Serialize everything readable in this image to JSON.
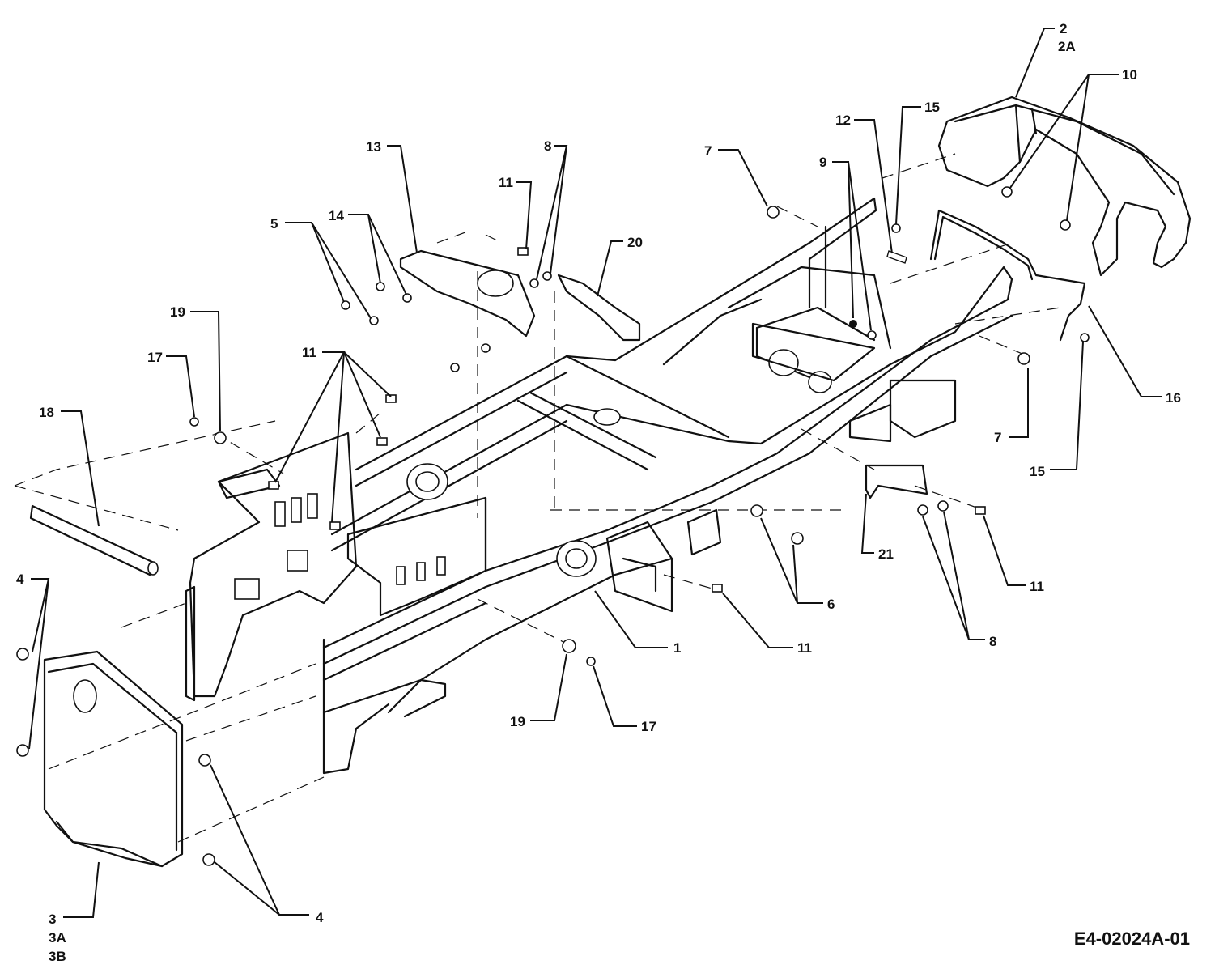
{
  "diagram": {
    "drawing_code": "E4-02024A-01",
    "callouts": [
      {
        "id": "c1",
        "text": "1"
      },
      {
        "id": "c2",
        "text": "2"
      },
      {
        "id": "c2a",
        "text": "2A"
      },
      {
        "id": "c3",
        "text": "3"
      },
      {
        "id": "c3a",
        "text": "3A"
      },
      {
        "id": "c3b",
        "text": "3B"
      },
      {
        "id": "c4a",
        "text": "4"
      },
      {
        "id": "c4b",
        "text": "4"
      },
      {
        "id": "c5",
        "text": "5"
      },
      {
        "id": "c6",
        "text": "6"
      },
      {
        "id": "c7a",
        "text": "7"
      },
      {
        "id": "c7b",
        "text": "7"
      },
      {
        "id": "c8a",
        "text": "8"
      },
      {
        "id": "c8b",
        "text": "8"
      },
      {
        "id": "c9",
        "text": "9"
      },
      {
        "id": "c10",
        "text": "10"
      },
      {
        "id": "c11a",
        "text": "11"
      },
      {
        "id": "c11b",
        "text": "11"
      },
      {
        "id": "c11c",
        "text": "11"
      },
      {
        "id": "c11d",
        "text": "11"
      },
      {
        "id": "c12",
        "text": "12"
      },
      {
        "id": "c13",
        "text": "13"
      },
      {
        "id": "c14",
        "text": "14"
      },
      {
        "id": "c15a",
        "text": "15"
      },
      {
        "id": "c15b",
        "text": "15"
      },
      {
        "id": "c16",
        "text": "16"
      },
      {
        "id": "c17a",
        "text": "17"
      },
      {
        "id": "c17b",
        "text": "17"
      },
      {
        "id": "c18",
        "text": "18"
      },
      {
        "id": "c19a",
        "text": "19"
      },
      {
        "id": "c19b",
        "text": "19"
      },
      {
        "id": "c20",
        "text": "20"
      },
      {
        "id": "c21",
        "text": "21"
      }
    ]
  }
}
